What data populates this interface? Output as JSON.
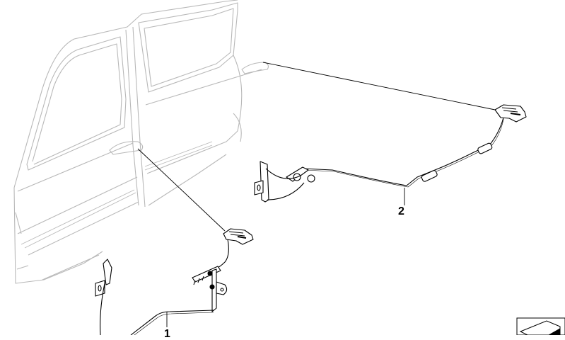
{
  "diagram": {
    "type": "exploded-parts-diagram",
    "subject": "Rear side doors of vehicle with door handle wiring harnesses",
    "colors": {
      "line": "#000000",
      "body_line": "#b8b8b8",
      "background": "#ffffff",
      "fill": "#ffffff"
    },
    "callouts": [
      {
        "id": "1",
        "label": "1",
        "part": "front door handle cable assembly"
      },
      {
        "id": "2",
        "label": "2",
        "part": "rear door handle cable assembly"
      }
    ],
    "icons": [
      {
        "name": "part-block-icon",
        "position": "bottom-right"
      }
    ]
  }
}
